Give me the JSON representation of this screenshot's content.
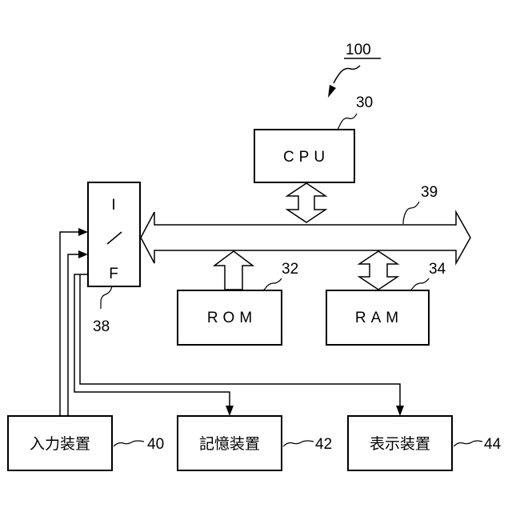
{
  "figure": {
    "system_ref": "100",
    "cpu": {
      "label": "CPU",
      "ref": "30"
    },
    "bus": {
      "ref": "39"
    },
    "interface": {
      "label_top": "I",
      "label_mid": "/",
      "label_bottom": "F",
      "ref": "38"
    },
    "rom": {
      "label": "ROM",
      "ref": "32"
    },
    "ram": {
      "label": "RAM",
      "ref": "34"
    },
    "input_device": {
      "label": "入力装置",
      "ref": "40"
    },
    "storage_device": {
      "label": "記憶装置",
      "ref": "42"
    },
    "display_device": {
      "label": "表示装置",
      "ref": "44"
    }
  }
}
